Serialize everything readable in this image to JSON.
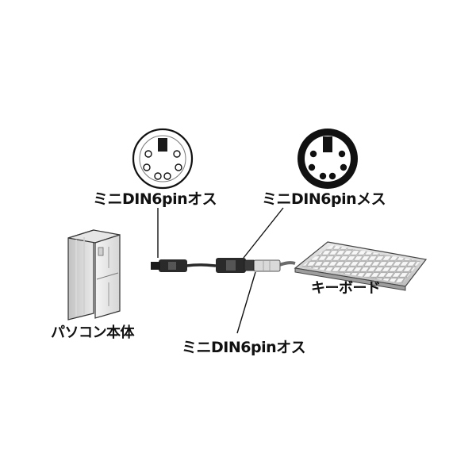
{
  "labels": {
    "plug_top": "ミニDIN6pinオス",
    "socket": "ミニDIN6pinメス",
    "pc": "パソコン本体",
    "keyboard": "キーボード",
    "plug_bottom": "ミニDIN6pinオス"
  },
  "colors": {
    "outline": "#111111",
    "device_gray": "#c9c9c9",
    "cable": "#2a2a2a",
    "keyboard_gray": "#b8b8b8"
  }
}
